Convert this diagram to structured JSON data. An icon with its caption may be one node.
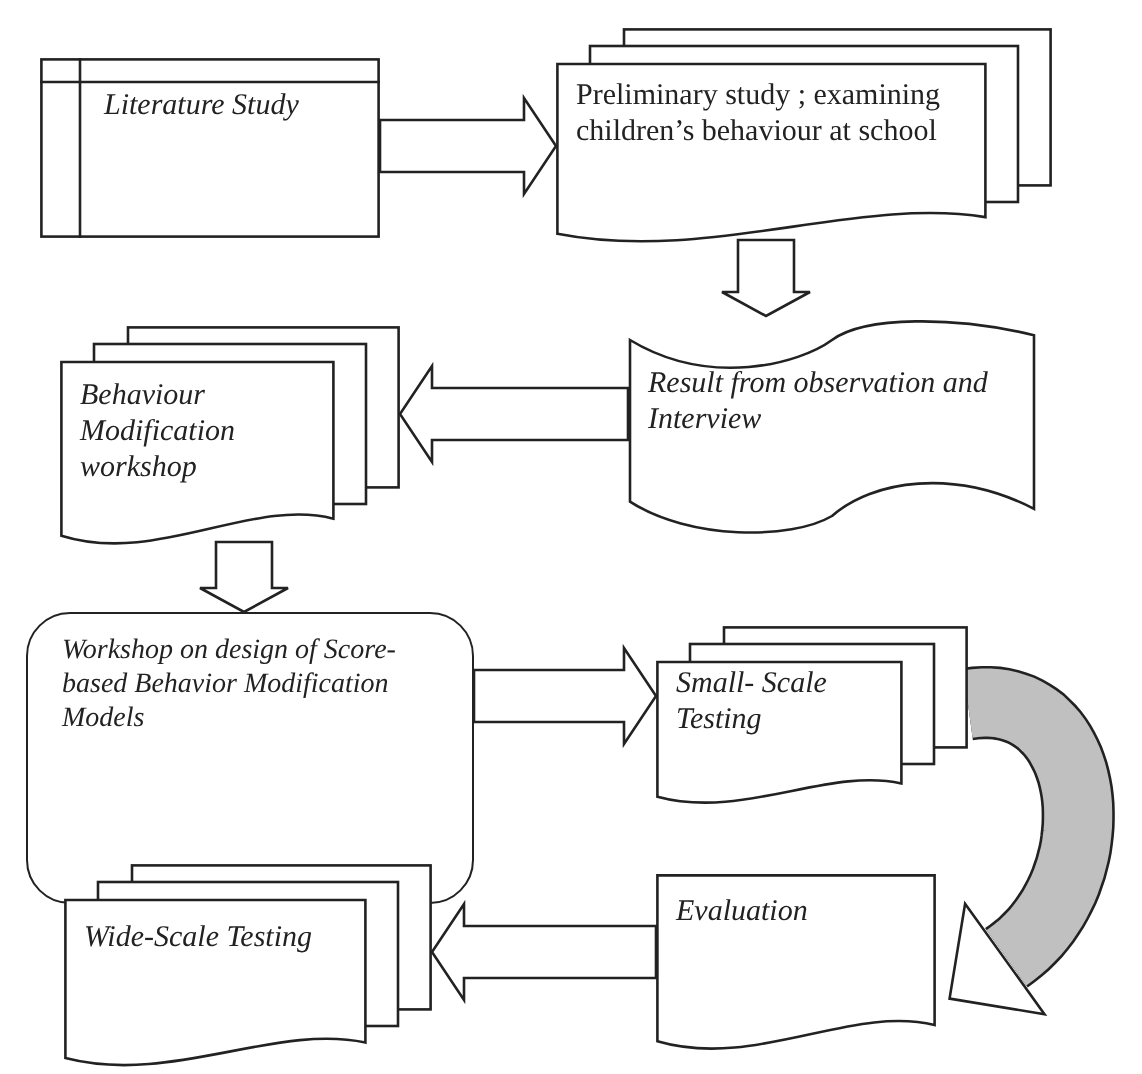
{
  "diagram": {
    "nodes": [
      {
        "text": [
          "Literature Study"
        ]
      },
      {
        "text": [
          "Preliminary study ; examining children’s behaviour at school"
        ]
      },
      {
        "text": [
          "Result from observation and Interview"
        ]
      },
      {
        "text": [
          "Behaviour Modification workshop"
        ]
      },
      {
        "text": [
          "Workshop on design of Score-based Behavior Modification Models"
        ]
      },
      {
        "text": [
          "Small- Scale Testing"
        ]
      },
      {
        "text": [
          "Evaluation"
        ]
      },
      {
        "text": [
          "Wide-Scale Testing"
        ]
      }
    ],
    "edges": [
      {
        "from": 0,
        "to": 1,
        "arrow": "to"
      },
      {
        "from": 1,
        "to": 2,
        "arrow": "to"
      },
      {
        "from": 2,
        "to": 3,
        "arrow": "to"
      },
      {
        "from": 3,
        "to": 4,
        "arrow": "to"
      },
      {
        "from": 4,
        "to": 5,
        "arrow": "to"
      },
      {
        "from": 5,
        "to": 6,
        "arrow": "to",
        "color": "#c0c0c0"
      },
      {
        "from": 6,
        "to": 7,
        "arrow": "to"
      }
    ]
  }
}
